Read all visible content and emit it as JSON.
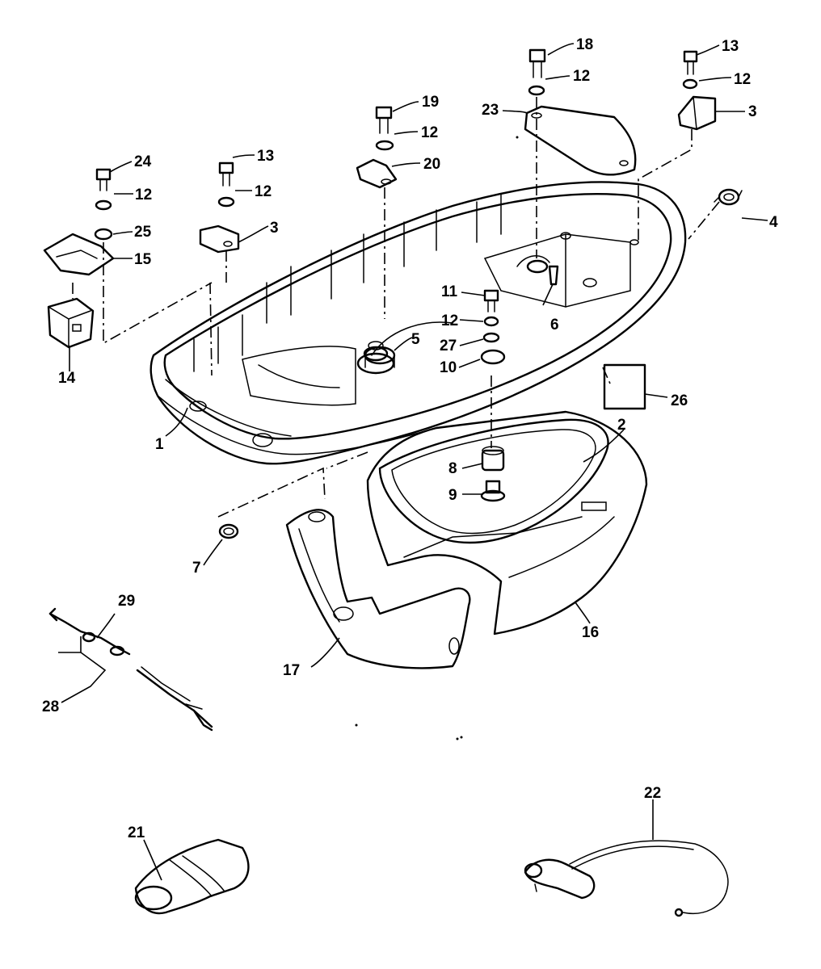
{
  "diagram": {
    "callouts": [
      {
        "id": "c1",
        "label": "1"
      },
      {
        "id": "c2",
        "label": "2"
      },
      {
        "id": "c3a",
        "label": "3"
      },
      {
        "id": "c3b",
        "label": "3"
      },
      {
        "id": "c4",
        "label": "4"
      },
      {
        "id": "c5",
        "label": "5"
      },
      {
        "id": "c6",
        "label": "6"
      },
      {
        "id": "c7",
        "label": "7"
      },
      {
        "id": "c8",
        "label": "8"
      },
      {
        "id": "c9",
        "label": "9"
      },
      {
        "id": "c10",
        "label": "10"
      },
      {
        "id": "c11",
        "label": "11"
      },
      {
        "id": "c12a",
        "label": "12"
      },
      {
        "id": "c12b",
        "label": "12"
      },
      {
        "id": "c12c",
        "label": "12"
      },
      {
        "id": "c12d",
        "label": "12"
      },
      {
        "id": "c12e",
        "label": "12"
      },
      {
        "id": "c12f",
        "label": "12"
      },
      {
        "id": "c13a",
        "label": "13"
      },
      {
        "id": "c13b",
        "label": "13"
      },
      {
        "id": "c14",
        "label": "14"
      },
      {
        "id": "c15",
        "label": "15"
      },
      {
        "id": "c16",
        "label": "16"
      },
      {
        "id": "c17",
        "label": "17"
      },
      {
        "id": "c18",
        "label": "18"
      },
      {
        "id": "c19",
        "label": "19"
      },
      {
        "id": "c20",
        "label": "20"
      },
      {
        "id": "c21",
        "label": "21"
      },
      {
        "id": "c22",
        "label": "22"
      },
      {
        "id": "c23",
        "label": "23"
      },
      {
        "id": "c24",
        "label": "24"
      },
      {
        "id": "c25",
        "label": "25"
      },
      {
        "id": "c26",
        "label": "26"
      },
      {
        "id": "c27",
        "label": "27"
      },
      {
        "id": "c28",
        "label": "28"
      },
      {
        "id": "c29",
        "label": "29"
      }
    ]
  }
}
